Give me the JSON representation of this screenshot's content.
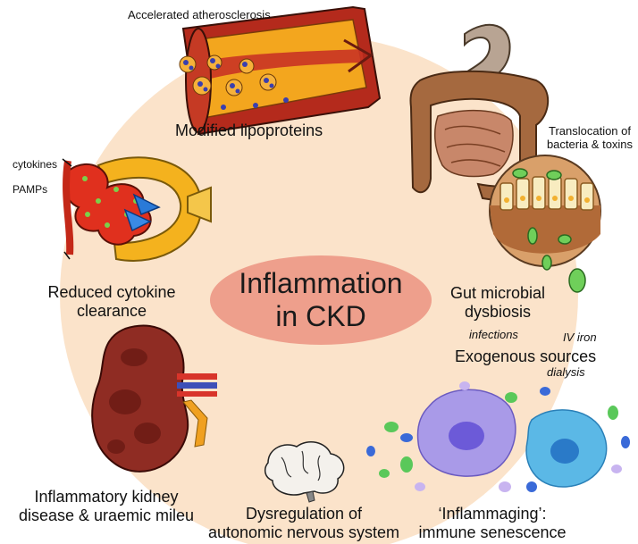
{
  "center": {
    "line1": "Inflammation",
    "line2": "in CKD"
  },
  "labels": {
    "atherosclerosis": "Accelerated atherosclerosis",
    "lipoproteins": "Modified lipoproteins",
    "translocation_1": "Translocation of",
    "translocation_2": "bacteria & toxins",
    "cytokines": "cytokines",
    "pamps": "PAMPs",
    "clearance_1": "Reduced cytokine",
    "clearance_2": "clearance",
    "dysbiosis_1": "Gut microbial",
    "dysbiosis_2": "dysbiosis",
    "infections": "infections",
    "iv_iron": "IV iron",
    "exogenous": "Exogenous sources",
    "dialysis": "dialysis",
    "kidney_1": "Inflammatory kidney",
    "kidney_2": "disease & uraemic mileu",
    "autonomic_1": "Dysregulation of",
    "autonomic_2": "autonomic nervous system",
    "inflammaging_1": "‘Inflammaging’:",
    "inflammaging_2": "immune senescence"
  },
  "icons": [
    "artery-icon",
    "gut-icon",
    "bacteria-icon",
    "glomerulus-icon",
    "kidney-icon",
    "brain-icon",
    "immune-cells-icon"
  ],
  "colors": {
    "background_circle": "#fbe3ca",
    "centre_ellipse": "#ee9f8c",
    "artery_wall": "#b42a1c",
    "plaque": "#f3a61e",
    "gut": "#a5693f",
    "kidney": "#8f2c23",
    "immune_cell_purple": "#a99ae8",
    "immune_cell_blue": "#5bb8e6"
  }
}
